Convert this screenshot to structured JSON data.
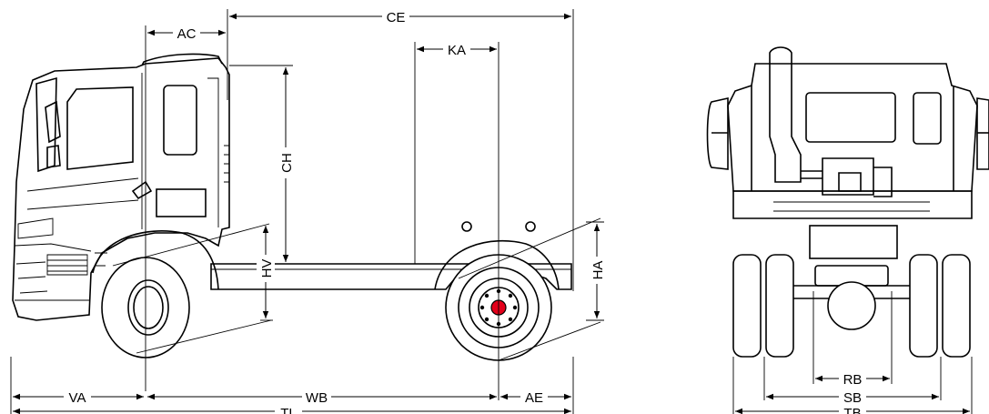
{
  "dimensions": {
    "CE": "CE",
    "AC": "AC",
    "KA": "KA",
    "CH": "CH",
    "HV": "HV",
    "HA": "HA",
    "VA": "VA",
    "WB": "WB",
    "AE": "AE",
    "TL": "TL",
    "RB": "RB",
    "SB": "SB",
    "TB": "TB"
  },
  "colors": {
    "line": "#000000",
    "background": "#ffffff",
    "hub_accent": "#e3001b"
  }
}
